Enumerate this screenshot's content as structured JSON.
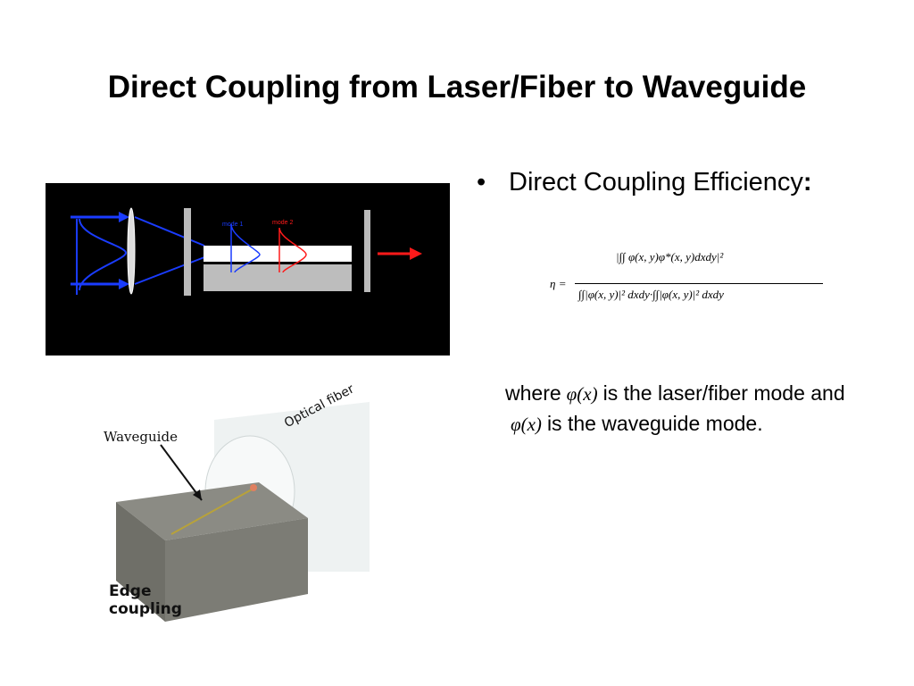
{
  "slide": {
    "title": "Direct Coupling from Laser/Fiber to Waveguide",
    "bullet": {
      "marker": "•",
      "text": "Direct Coupling Efficiency",
      "colon": ":"
    },
    "formula": {
      "lhs": "η =",
      "numerator": "|∫∫ φ(x, y)φ*(x, y)dxdy|²",
      "denominator": "∫∫|φ(x, y)|² dxdy·∫∫|φ(x, y)|² dxdy"
    },
    "description": {
      "part1": "where",
      "symbol1": "φ(x)",
      "part2": "is the laser/fiber mode and",
      "symbol2": "φ(x)",
      "part3": "is the waveguide mode."
    }
  },
  "laser_diagram": {
    "mode1_label": "mode 1",
    "mode2_label": "mode 2",
    "colors": {
      "background": "#000000",
      "blue": "#1a3cff",
      "red": "#ff1a1a",
      "waveguide": "#bdbdbd"
    }
  },
  "edge_coupling_figure": {
    "waveguide_label": "Waveguide",
    "fiber_label": "Optical fiber",
    "caption": "Edge coupling"
  }
}
